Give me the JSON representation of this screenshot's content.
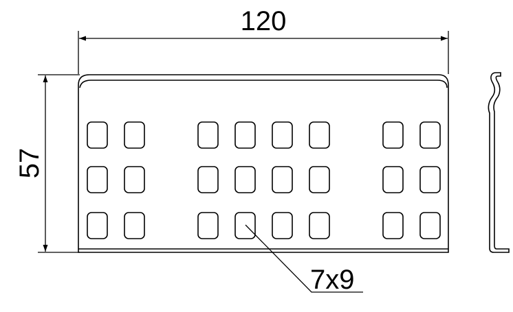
{
  "dimensions": {
    "width_label": "120",
    "height_label": "57",
    "hole_label": "7x9"
  },
  "hole_pattern": {
    "rows": 3,
    "column_groups": [
      2,
      4,
      2
    ]
  },
  "colors": {
    "line": "#000000",
    "background": "#ffffff"
  }
}
